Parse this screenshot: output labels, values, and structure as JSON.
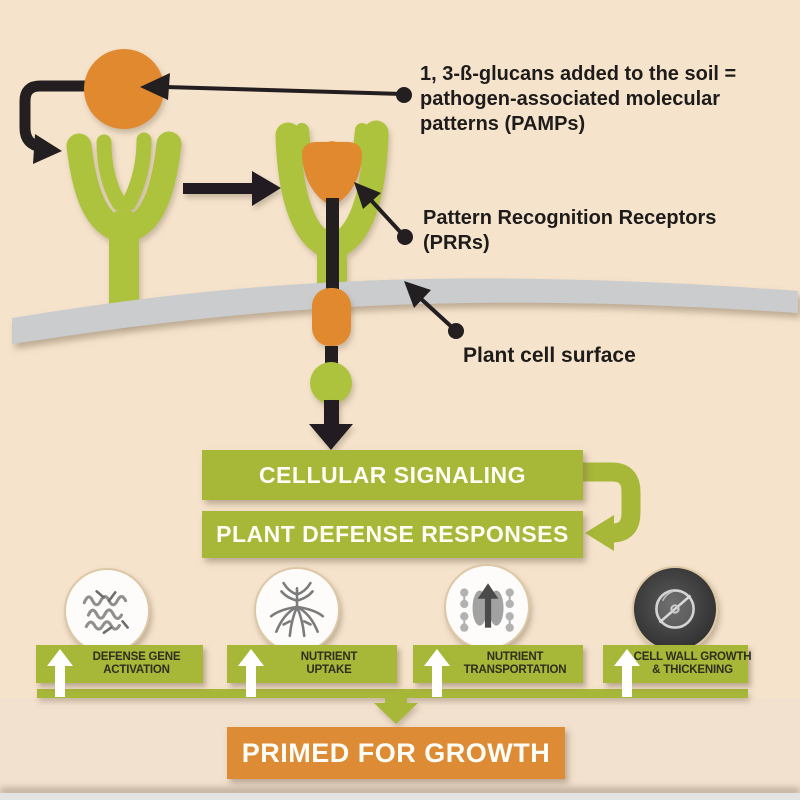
{
  "background": "#f6e3cc",
  "palette": {
    "accent_green": "#a7b737",
    "receptor_green": "#adc33d",
    "accent_orange": "#e0892e",
    "banner_orange": "#dd8c35",
    "membrane_gray": "#cbccce",
    "ink_black": "#231f20",
    "label_text": "#2f2e20",
    "white": "#ffffff"
  },
  "annotations": {
    "pamp": {
      "lines": [
        "1, 3-ß-glucans added to the soil =",
        "pathogen-associated molecular",
        "patterns (PAMPs)"
      ]
    },
    "prr": {
      "lines": [
        "Pattern Recognition Receptors",
        "(PRRs)"
      ]
    },
    "cell_surface": "Plant cell surface"
  },
  "flow": {
    "step1": "CELLULAR SIGNALING",
    "step2": "PLANT DEFENSE RESPONSES",
    "result": "PRIMED FOR GROWTH"
  },
  "outcomes": [
    {
      "icon": "protein-structure-icon",
      "lines": [
        "DEFENSE GENE",
        "ACTIVATION"
      ]
    },
    {
      "icon": "plant-roots-icon",
      "lines": [
        "NUTRIENT",
        "UPTAKE"
      ]
    },
    {
      "icon": "membrane-transporter-icon",
      "lines": [
        "NUTRIENT",
        "TRANSPORTATION"
      ]
    },
    {
      "icon": "cell-wall-micrograph-icon",
      "lines": [
        "CELL WALL GROWTH",
        "& THICKENING"
      ]
    }
  ]
}
